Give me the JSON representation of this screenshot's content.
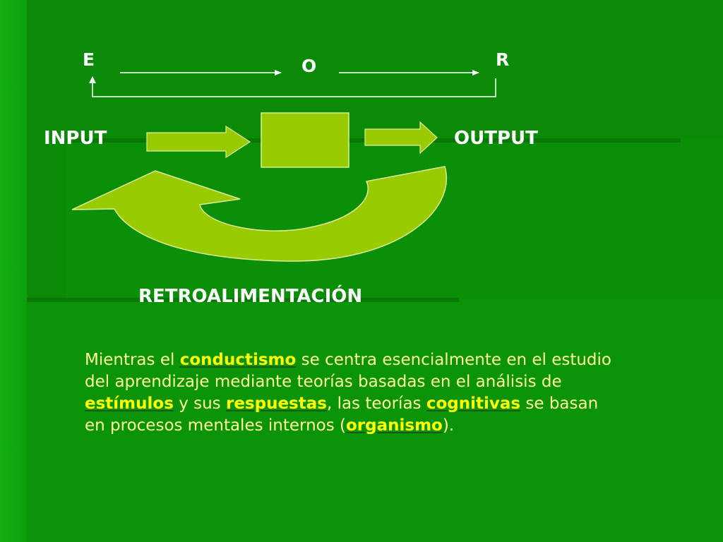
{
  "diagram": {
    "top_labels": {
      "e": "E",
      "o": "O",
      "r": "R"
    },
    "input_label": "INPUT",
    "output_label": "OUTPUT",
    "feedback_label": "RETROALIMENTACIÓN"
  },
  "paragraph": {
    "t1": "Mientras el ",
    "k1": "conductismo",
    "t2": " se centra esencialmente en el estudio del aprendizaje mediante teorías basadas en el análisis de ",
    "k2": "estímulos",
    "t3": " y sus ",
    "k3": "respuestas",
    "t4": ", las teorías ",
    "k4": "cognitivas",
    "t5": " se basan en procesos mentales internos (",
    "k5": "organismo",
    "t6": ")."
  },
  "colors": {
    "background": "#0a8a06",
    "shape_fill": "#99cc00",
    "label_text": "#ffffff",
    "paragraph_text": "#ffff99",
    "keyword_text": "#ffff00"
  }
}
